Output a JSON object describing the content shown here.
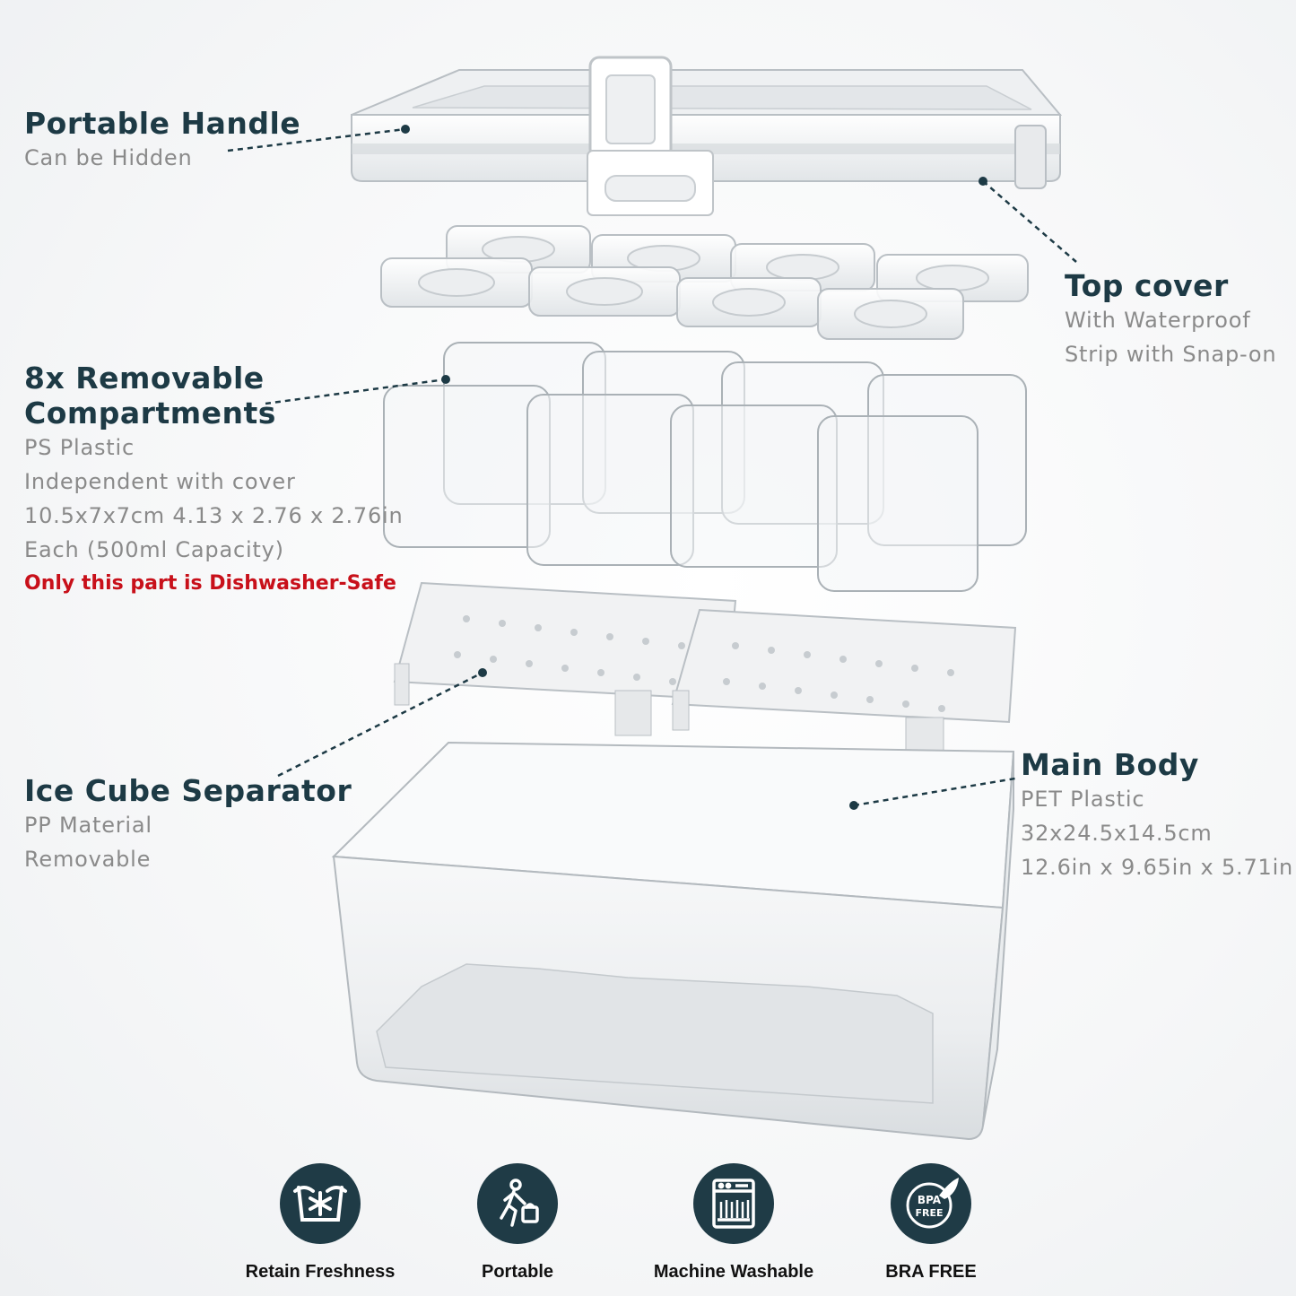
{
  "callouts": {
    "handle": {
      "title": "Portable Handle",
      "lines": [
        "Can be Hidden"
      ]
    },
    "top_cover": {
      "title": "Top cover",
      "lines": [
        "With Waterproof",
        "Strip with Snap-on"
      ]
    },
    "compartments": {
      "title_lines": [
        "8x Removable",
        "Compartments"
      ],
      "lines": [
        "PS Plastic",
        "Independent with cover",
        "10.5x7x7cm 4.13 x 2.76 x 2.76in",
        "Each (500ml Capacity)"
      ],
      "warning": "Only this part is Dishwasher-Safe"
    },
    "separator": {
      "title": "Ice Cube Separator",
      "lines": [
        "PP Material",
        "Removable"
      ]
    },
    "main_body": {
      "title": "Main Body",
      "lines": [
        "PET Plastic",
        "32x24.5x14.5cm",
        "12.6in x 9.65in x 5.71in"
      ]
    }
  },
  "features": [
    {
      "icon": "snowflake-basin-icon",
      "label": "Retain Freshness"
    },
    {
      "icon": "person-carrying-bag-icon",
      "label": "Portable"
    },
    {
      "icon": "dishwasher-icon",
      "label": "Machine Washable"
    },
    {
      "icon": "bpa-free-leaf-icon",
      "label": "BRA FREE",
      "badge": [
        "BPA",
        "FREE"
      ]
    }
  ],
  "colors": {
    "title": "#1d3a45",
    "subtitle": "#8a8a8a",
    "warning": "#c8101a",
    "icon_circle": "#1f3b46"
  }
}
